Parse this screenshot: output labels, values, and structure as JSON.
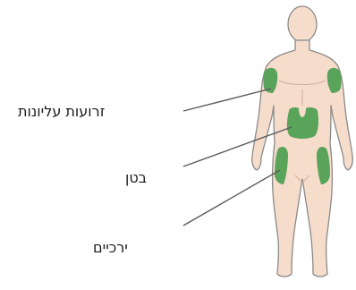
{
  "labels": {
    "upper_arms": "זרועות עליונות",
    "abdomen": "בטן",
    "thighs": "ירכיים"
  },
  "colors": {
    "skin": "#f6dccb",
    "outline": "#8a8a8a",
    "injection_site": "#5aa35a",
    "leader_line": "#5a5a5a"
  }
}
